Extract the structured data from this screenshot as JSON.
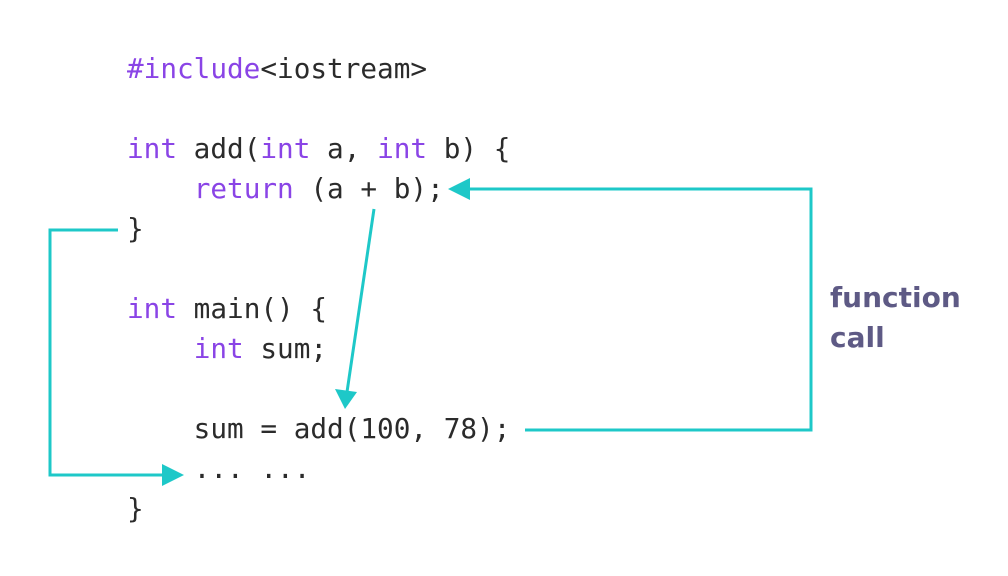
{
  "colors": {
    "keyword": "#8a44e6",
    "text": "#2b2b2b",
    "arrow": "#1ec8c8",
    "label": "#5e5a85"
  },
  "code_lines": [
    [
      {
        "t": "#include",
        "k": "keyword"
      },
      {
        "t": "<iostream>",
        "k": "text"
      }
    ],
    [],
    [
      {
        "t": "int",
        "k": "keyword"
      },
      {
        "t": " add(",
        "k": "text"
      },
      {
        "t": "int",
        "k": "keyword"
      },
      {
        "t": " a, ",
        "k": "text"
      },
      {
        "t": "int",
        "k": "keyword"
      },
      {
        "t": " b) {",
        "k": "text"
      }
    ],
    [
      {
        "t": "    ",
        "k": "text"
      },
      {
        "t": "return",
        "k": "keyword"
      },
      {
        "t": " (a + b);",
        "k": "text"
      }
    ],
    [
      {
        "t": "}",
        "k": "text"
      }
    ],
    [],
    [
      {
        "t": "int",
        "k": "keyword"
      },
      {
        "t": " main() {",
        "k": "text"
      }
    ],
    [
      {
        "t": "    ",
        "k": "text"
      },
      {
        "t": "int",
        "k": "keyword"
      },
      {
        "t": " sum;",
        "k": "text"
      }
    ],
    [],
    [
      {
        "t": "    sum = add(100, 78);",
        "k": "text"
      }
    ],
    [
      {
        "t": "    ... ...",
        "k": "text"
      }
    ],
    [
      {
        "t": "}",
        "k": "text"
      }
    ]
  ],
  "annotation": {
    "line1": "function",
    "line2": "call"
  }
}
